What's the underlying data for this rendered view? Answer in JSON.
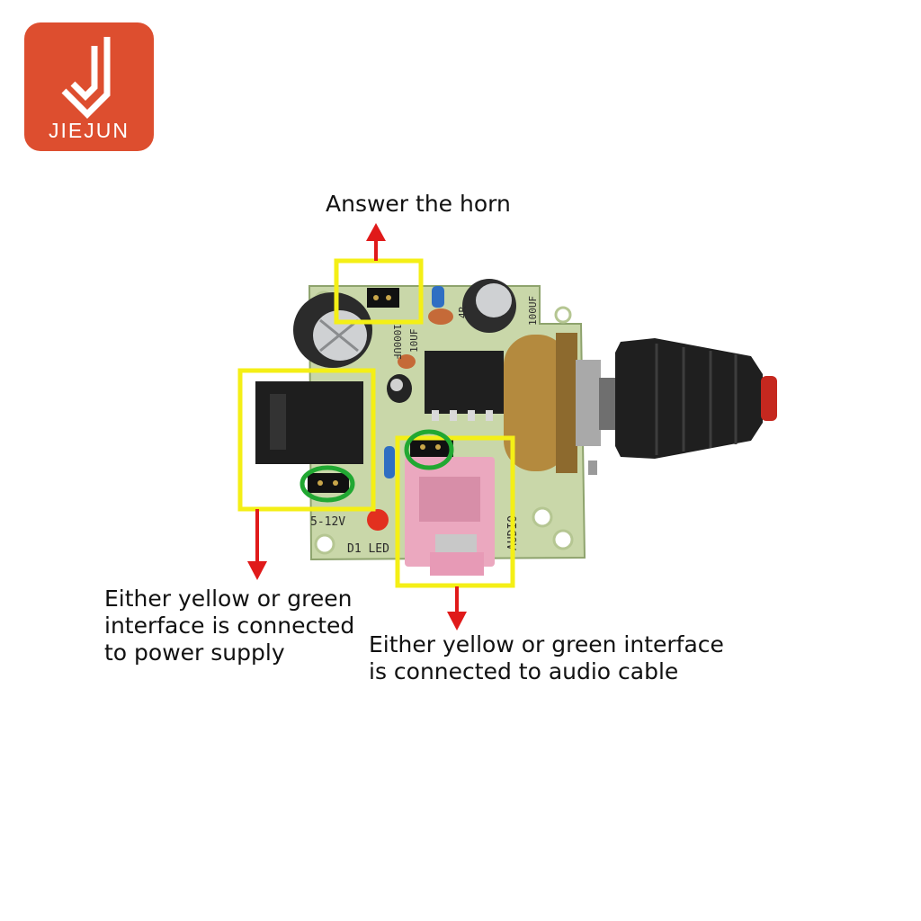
{
  "brand": {
    "name": "JIEJUN",
    "color": "#dd4e2f"
  },
  "labels": {
    "horn": "Answer the horn",
    "power": "Either yellow or green interface is connected to power supply",
    "audio": "Either yellow or green interface is connected to audio cable"
  },
  "board_markings": {
    "voltage": "5-12V",
    "led": "D1 LED",
    "audio": "AUDIO",
    "cap_left": "1000UF",
    "cap_right": "100UF",
    "cap_small": "10UF",
    "resistor": "4R"
  },
  "colors": {
    "highlight_box": "#f4ef16",
    "highlight_circle": "#21a832",
    "arrow": "#e01a1a",
    "pcb": "#c9d7a9"
  }
}
